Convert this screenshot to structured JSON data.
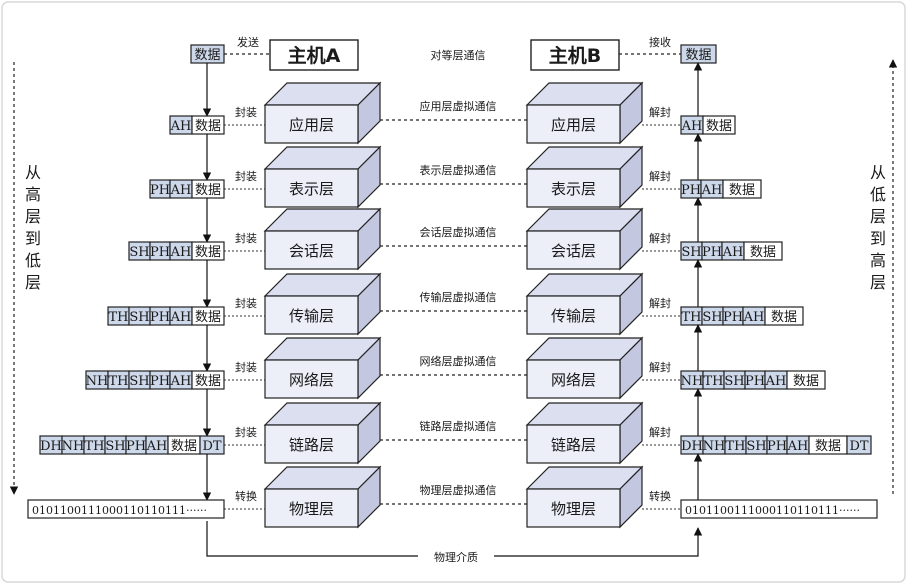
{
  "hosts": {
    "a": "主机A",
    "b": "主机B"
  },
  "peer_comm": "对等层通信",
  "send_label": "发送",
  "receive_label": "接收",
  "medium_label": "物理介质",
  "left_side_text": "从高层到低层",
  "right_side_text": "从低层到高层",
  "layers": [
    {
      "name": "应用层",
      "virtual": "应用层虚拟通信",
      "left_action": "封装",
      "right_action": "解封",
      "left_cells": [
        "AH",
        "数据"
      ],
      "right_cells": [
        "AH",
        "数据"
      ]
    },
    {
      "name": "表示层",
      "virtual": "表示层虚拟通信",
      "left_action": "封装",
      "right_action": "解封",
      "left_cells": [
        "PH",
        "AH",
        "数据"
      ],
      "right_cells": [
        "PH",
        "AH",
        "数据"
      ]
    },
    {
      "name": "会话层",
      "virtual": "会话层虚拟通信",
      "left_action": "封装",
      "right_action": "解封",
      "left_cells": [
        "SH",
        "PH",
        "AH",
        "数据"
      ],
      "right_cells": [
        "SH",
        "PH",
        "AH",
        "数据"
      ]
    },
    {
      "name": "传输层",
      "virtual": "传输层虚拟通信",
      "left_action": "封装",
      "right_action": "解封",
      "left_cells": [
        "TH",
        "SH",
        "PH",
        "AH",
        "数据"
      ],
      "right_cells": [
        "TH",
        "SH",
        "PH",
        "AH",
        "数据"
      ]
    },
    {
      "name": "网络层",
      "virtual": "网络层虚拟通信",
      "left_action": "封装",
      "right_action": "解封",
      "left_cells": [
        "NH",
        "TH",
        "SH",
        "PH",
        "AH",
        "数据"
      ],
      "right_cells": [
        "NH",
        "TH",
        "SH",
        "PH",
        "AH",
        "数据"
      ]
    },
    {
      "name": "链路层",
      "virtual": "链路层虚拟通信",
      "left_action": "封装",
      "right_action": "解封",
      "left_cells": [
        "DH",
        "NH",
        "TH",
        "SH",
        "PH",
        "AH",
        "数据",
        "DT"
      ],
      "right_cells": [
        "DH",
        "NH",
        "TH",
        "SH",
        "PH",
        "AH",
        "数据",
        "DT"
      ]
    },
    {
      "name": "物理层",
      "virtual": "物理层虚拟通信",
      "left_action": "转换",
      "right_action": "转换",
      "left_cells": [
        "0101100111000110110111······"
      ],
      "right_cells": [
        "0101100111000110110111······"
      ]
    }
  ],
  "top_data_cell": "数据",
  "colors": {
    "box_fill": "#eceef8",
    "box_top": "#dcdff0",
    "box_side": "#c4c7e0",
    "header_fill": "#cdd8ea",
    "data_fill": "#ffffff",
    "line": "#111111"
  }
}
